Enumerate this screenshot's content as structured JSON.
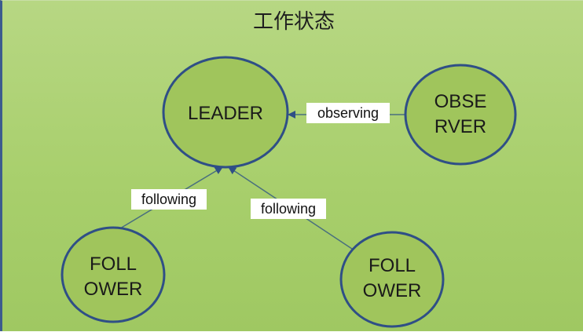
{
  "title": "工作状态",
  "colors": {
    "background": "#a8cf6c",
    "node_fill": "#9fc45a",
    "node_stroke": "#2f4f86",
    "edge": "#496f7e",
    "label_bg": "#ffffff"
  },
  "nodes": {
    "leader": {
      "lines": [
        "LEADER"
      ]
    },
    "observer": {
      "lines": [
        "OBSE",
        "RVER"
      ]
    },
    "follower_left": {
      "lines": [
        "FOLL",
        "OWER"
      ]
    },
    "follower_right": {
      "lines": [
        "FOLL",
        "OWER"
      ]
    }
  },
  "edges": {
    "observing": {
      "label": "observing"
    },
    "following_left": {
      "label": "following"
    },
    "following_right": {
      "label": "following"
    }
  }
}
